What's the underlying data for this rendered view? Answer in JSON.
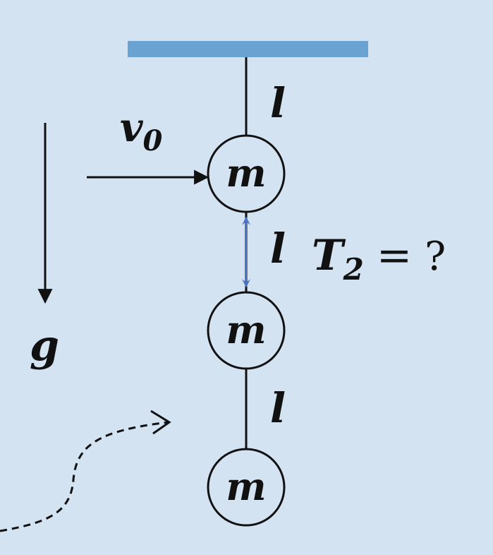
{
  "colors": {
    "background": "#d3e3f1",
    "ceiling": "#6aa3d2",
    "ink": "#111111",
    "tension_arrows": "#4a72c8"
  },
  "labels": {
    "length_top": "l",
    "length_middle": "l",
    "length_bottom": "l",
    "initial_velocity": "v",
    "initial_velocity_subscript": "0",
    "gravity": "g",
    "mass_top": "m",
    "mass_middle": "m",
    "mass_bottom": "m",
    "tension_symbol": "T",
    "tension_subscript": "2",
    "tension_equals": "=",
    "tension_question": "?"
  },
  "icons": {
    "gravity_arrow": "arrow-down-icon",
    "velocity_arrow": "arrow-right-icon",
    "tension_arrows": "double-arrow-icon",
    "motion_path": "dashed-curve-arrow-icon"
  }
}
